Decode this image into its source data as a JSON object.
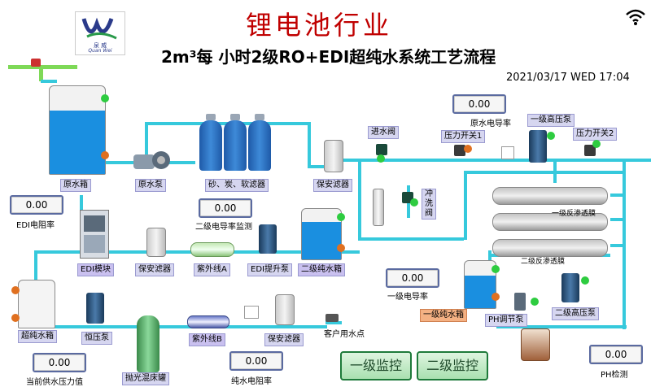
{
  "header": {
    "title": "锂电池行业",
    "subtitle": "2m³每 小时2级RO+EDI超纯水系统工艺流程",
    "datetime": "2021/03/17 WED 17:04",
    "logo_text": "泉 威",
    "logo_sub": "Quan Wei"
  },
  "labels": {
    "raw_tank": "原水箱",
    "raw_pump": "原水泵",
    "softener": "砂、炭、软滤器",
    "security_filter_1": "保安滤器",
    "raw_conductivity": "原水电导率",
    "inlet_valve": "进水阀",
    "pressure_switch_1": "压力开关1",
    "hp_pump_1": "一级高压泵",
    "pressure_switch_2": "压力开关2",
    "flush_valve": "冲洗阀",
    "ro1_membrane": "一级反渗透膜",
    "ro2_membrane": "二级反渗透膜",
    "edi_resistivity": "EDI电阻率",
    "edi_module": "EDI模块",
    "security_filter_2": "保安滤器",
    "uv_a": "紫外线A",
    "edi_lift_pump": "EDI提升泵",
    "ro2_tank": "二级纯水箱",
    "ro2_cond_monitor": "二级电导率监测",
    "ro1_conductivity": "一级电导率",
    "ro1_tank": "一级纯水箱",
    "ph_pump": "PH调节泵",
    "hp_pump_2": "二级高压泵",
    "ph_detect": "PH检测",
    "upw_tank": "超纯水箱",
    "const_pump": "恒压泵",
    "polish_bed": "抛光混床罐",
    "uv_b": "紫外线B",
    "security_filter_3": "保安滤器",
    "client_point": "客户用水点",
    "supply_pressure": "当前供水压力值",
    "pure_resistivity": "纯水电阻率"
  },
  "values": {
    "raw_conductivity": "0.00",
    "edi_resistivity": "0.00",
    "ro2_cond": "0.00",
    "ro1_cond": "0.00",
    "supply_pressure": "0.00",
    "pure_resistivity": "0.00",
    "ph": "0.00"
  },
  "buttons": {
    "monitor_1": "一级监控",
    "monitor_2": "二级监控"
  },
  "colors": {
    "pipe": "#36c9dc",
    "water": "#1a8fe0",
    "title": "#c00000",
    "status_green": "#2ecc40",
    "status_orange": "#e07020"
  }
}
